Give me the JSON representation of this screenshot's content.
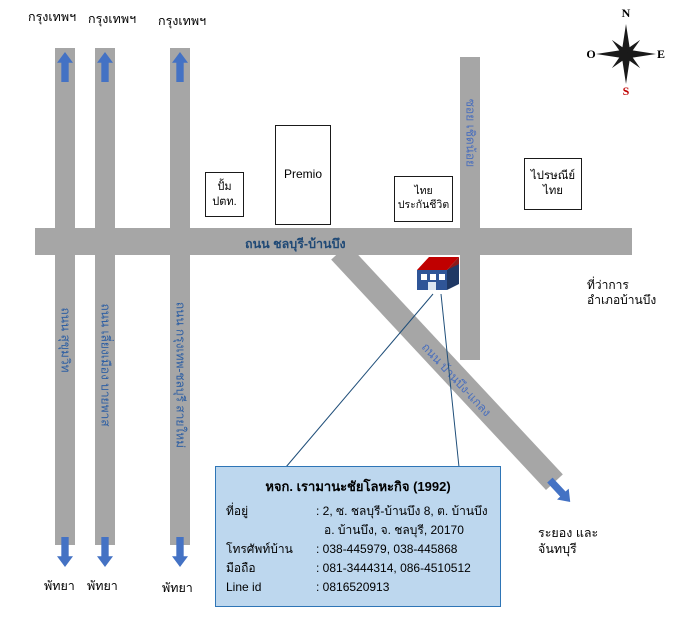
{
  "compass": {
    "north": "N",
    "east": "E",
    "south": "S",
    "west": "O"
  },
  "top_labels": [
    "กรุงเทพฯ",
    "กรุงเทพฯ",
    "กรุงเทพฯ"
  ],
  "bottom_labels": [
    "พัทยา",
    "พัทยา",
    "พัทยา"
  ],
  "se_destination": "ระยอง และ\nจันทบุรี",
  "roads": {
    "main": "ถนน ชลบุรี-บ้านบึง",
    "v1": "ถนน สุขุมวิท",
    "v2": "ถนน เลี่ยงเมือง บายพาส",
    "v3": "ถนน กรุงเทพ-ชลบุรี สายใหม่",
    "soi": "ซอย เชิดน้อย",
    "diagonal": "ถนน บ้านบึง-แกลง"
  },
  "landmarks": {
    "gas_station": "ปั้ม\nปตท.",
    "premio": "Premio",
    "thai_life": "ไทย\nประกันชีวิต",
    "post_office": "ไปรษณีย์\nไทย",
    "district_office": "ที่ว่าการ\nอำเภอบ้านบึง"
  },
  "info_box": {
    "title": "หจก. เรามานะชัยโลหะกิจ (1992)",
    "rows": [
      {
        "label": "ที่อยู่",
        "value": ": 2, ซ. ชลบุรี-บ้านบึง 8, ต. บ้านบึง"
      },
      {
        "label": "",
        "value": "อ. บ้านบึง, จ. ชลบุรี, 20170"
      },
      {
        "label": "โทรศัพท์บ้าน",
        "value": ": 038-445979, 038-445868"
      },
      {
        "label": "มือถือ",
        "value": ": 081-3444314, 086-4510512"
      },
      {
        "label": "Line id",
        "value": ": 0816520913"
      }
    ]
  },
  "colors": {
    "road": "#a6a6a6",
    "arrow": "#4472c4",
    "road_label": "#2e5fa3",
    "info_box_bg": "#bdd7ee",
    "info_box_border": "#2e75b6",
    "compass_south": "#c00000",
    "building_roof": "#c00000",
    "building_body": "#2f5597"
  }
}
